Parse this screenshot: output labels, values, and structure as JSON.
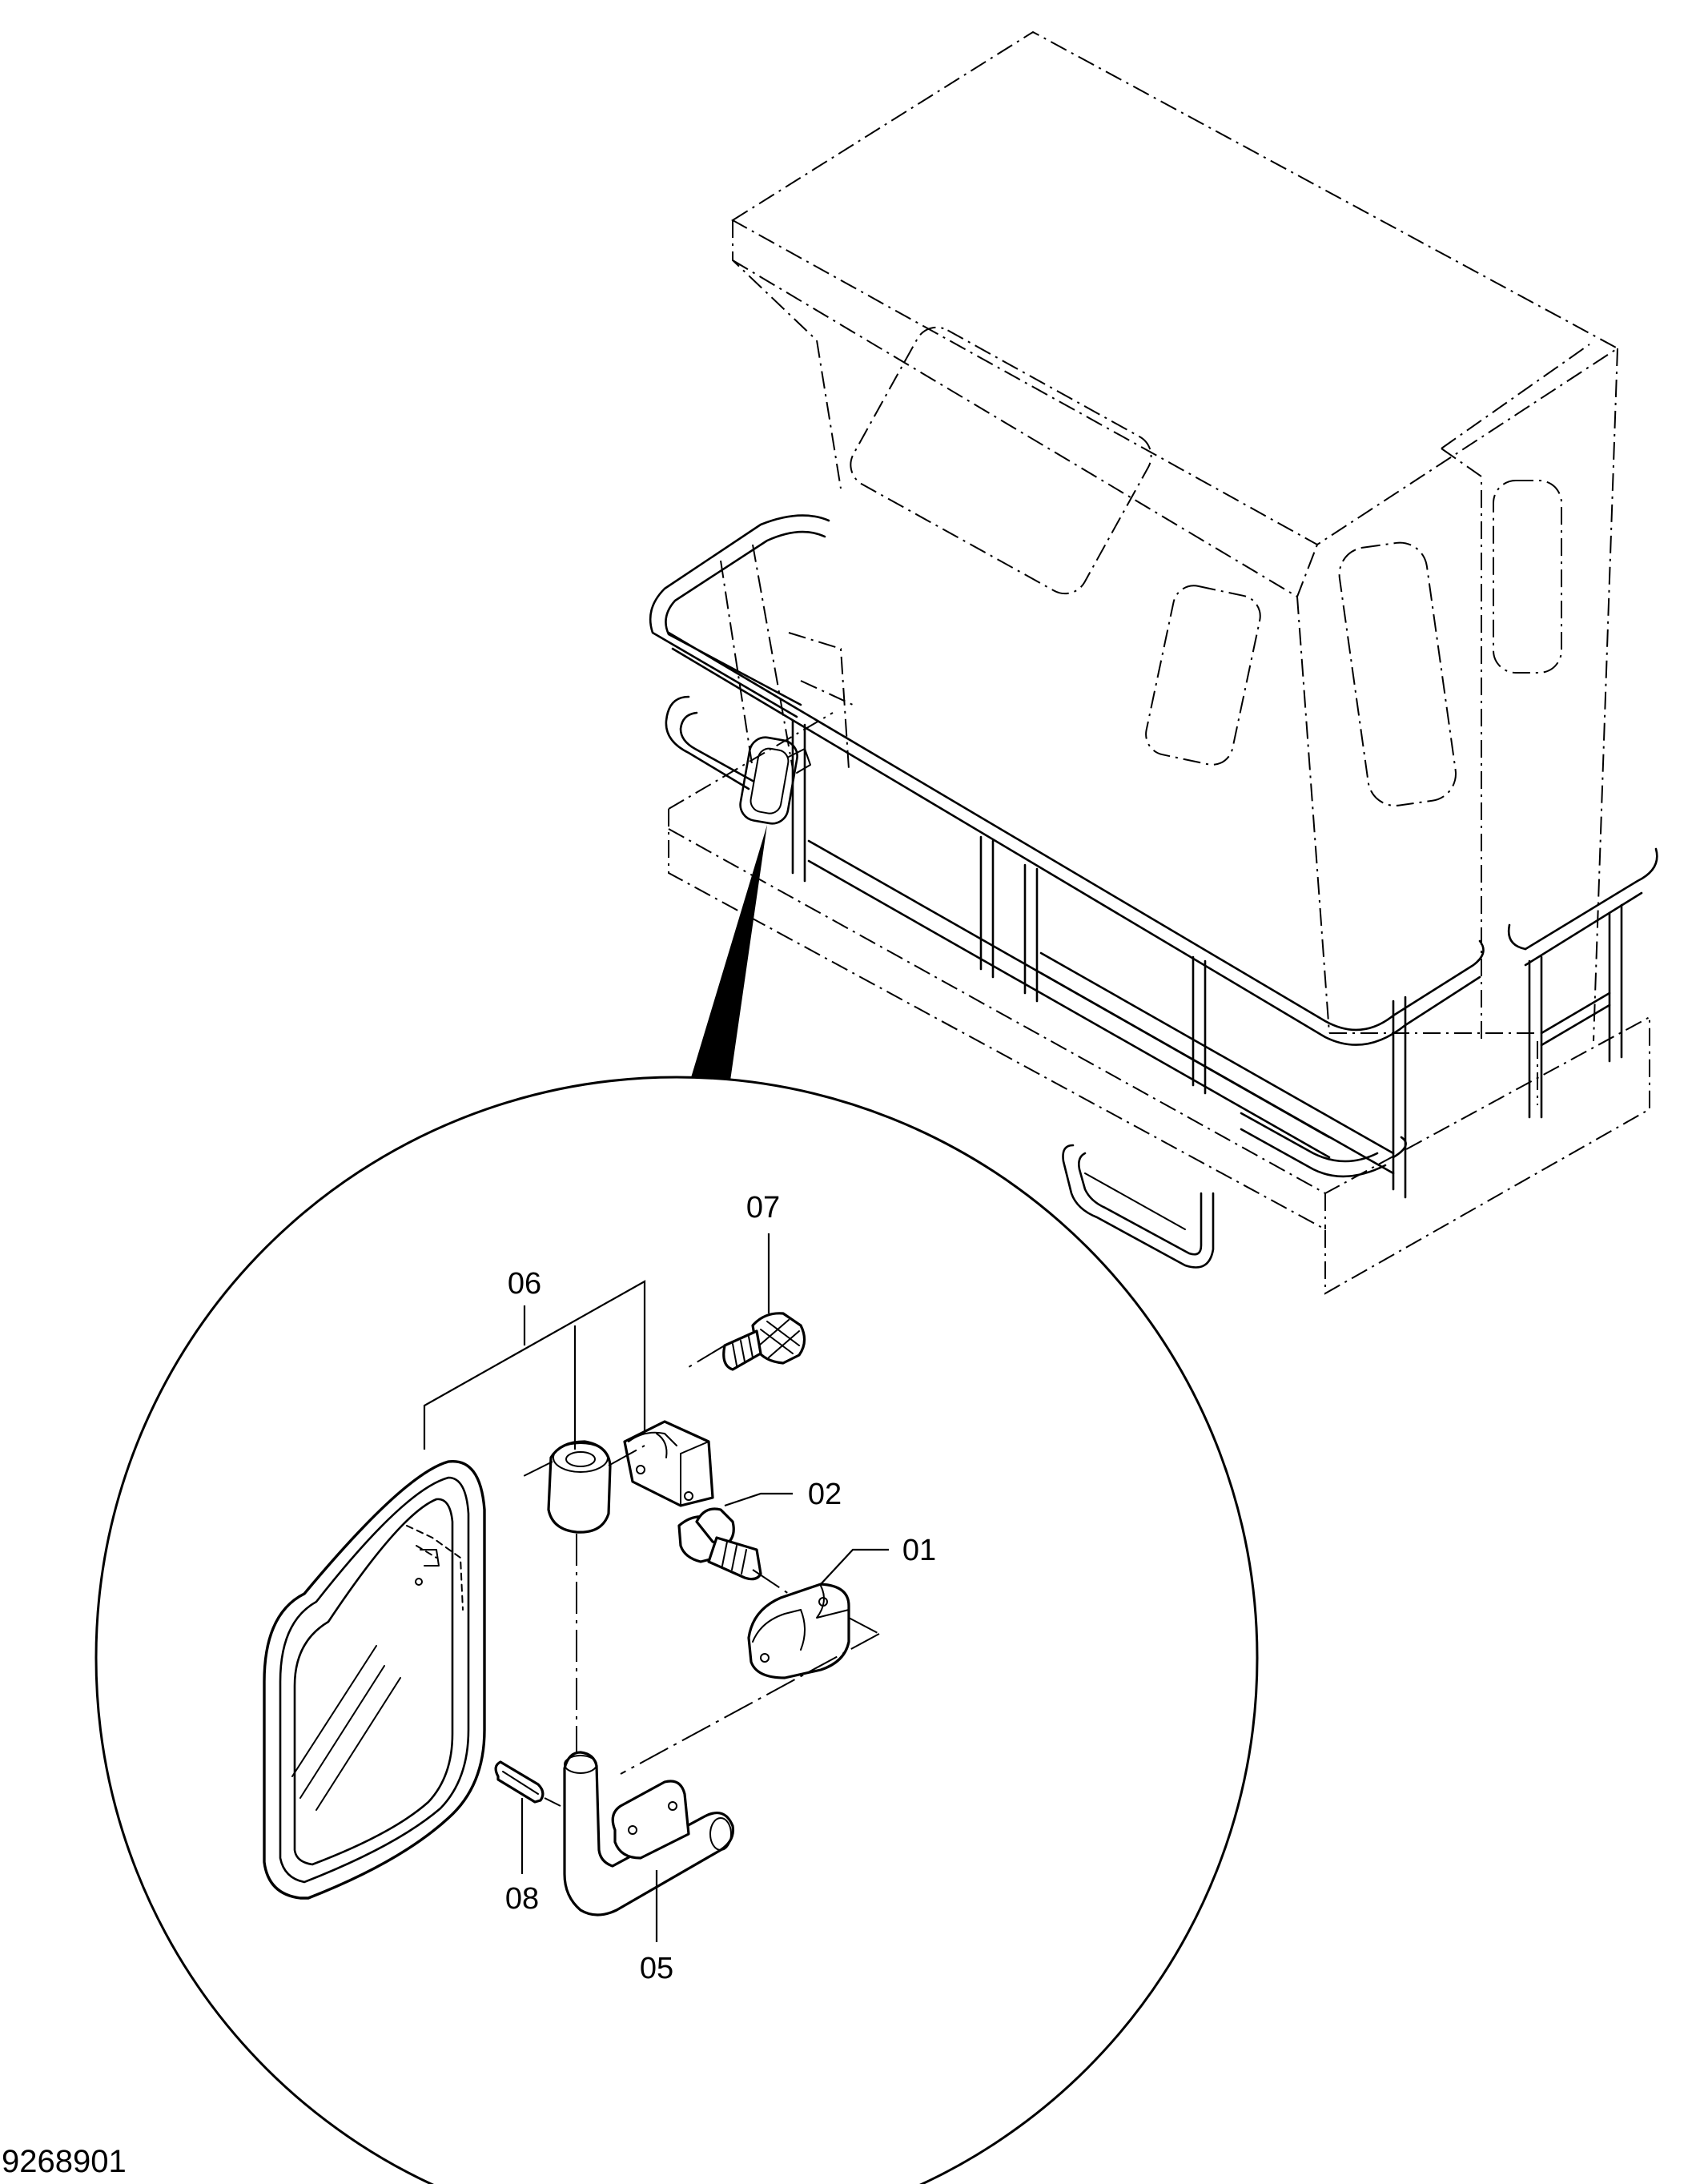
{
  "drawing": {
    "number": "9268901",
    "callouts": [
      {
        "id": "07",
        "label": "07"
      },
      {
        "id": "06",
        "label": "06"
      },
      {
        "id": "02",
        "label": "02"
      },
      {
        "id": "01",
        "label": "01"
      },
      {
        "id": "08",
        "label": "08"
      },
      {
        "id": "05",
        "label": "05"
      }
    ]
  }
}
